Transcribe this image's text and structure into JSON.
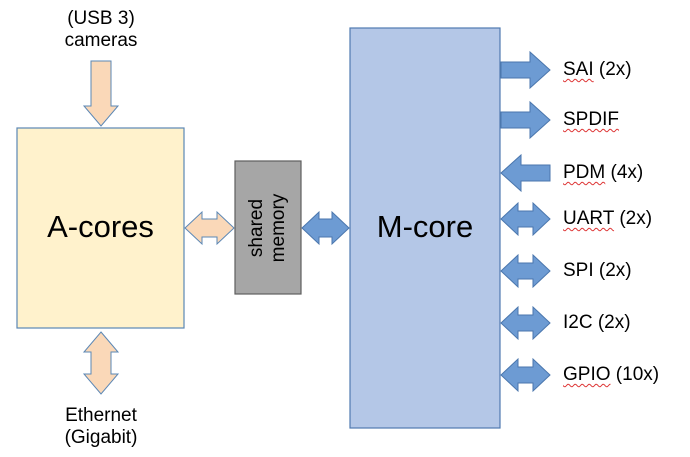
{
  "inputs": {
    "cameras_line1": "(USB 3)",
    "cameras_line2": "cameras",
    "ethernet_line1": "Ethernet",
    "ethernet_line2": "(Gigabit)"
  },
  "blocks": {
    "a_cores": "A-cores",
    "shared_memory_line1": "shared",
    "shared_memory_line2": "memory",
    "m_core": "M-core"
  },
  "interfaces": [
    {
      "name": "SAI",
      "count": "(2x)",
      "direction": "out"
    },
    {
      "name": "SPDIF",
      "count": "",
      "direction": "out"
    },
    {
      "name": "PDM",
      "count": "(4x)",
      "direction": "in"
    },
    {
      "name": "UART",
      "count": "(2x)",
      "direction": "both"
    },
    {
      "name": "SPI",
      "count": "(2x)",
      "direction": "both"
    },
    {
      "name": "I2C",
      "count": "(2x)",
      "direction": "both"
    },
    {
      "name": "GPIO",
      "count": "(10x)",
      "direction": "both"
    }
  ],
  "colors": {
    "a_cores_fill": "#fff2cc",
    "a_cores_stroke": "#5b87b5",
    "shared_memory_fill": "#a6a6a6",
    "m_core_fill": "#b4c7e7",
    "m_core_stroke": "#4f7ab0",
    "peach_arrow_fill": "#fad8b8",
    "peach_arrow_stroke": "#5b87b5",
    "blue_arrow_fill": "#6d9bd3",
    "blue_arrow_stroke": "#4a76ad"
  }
}
